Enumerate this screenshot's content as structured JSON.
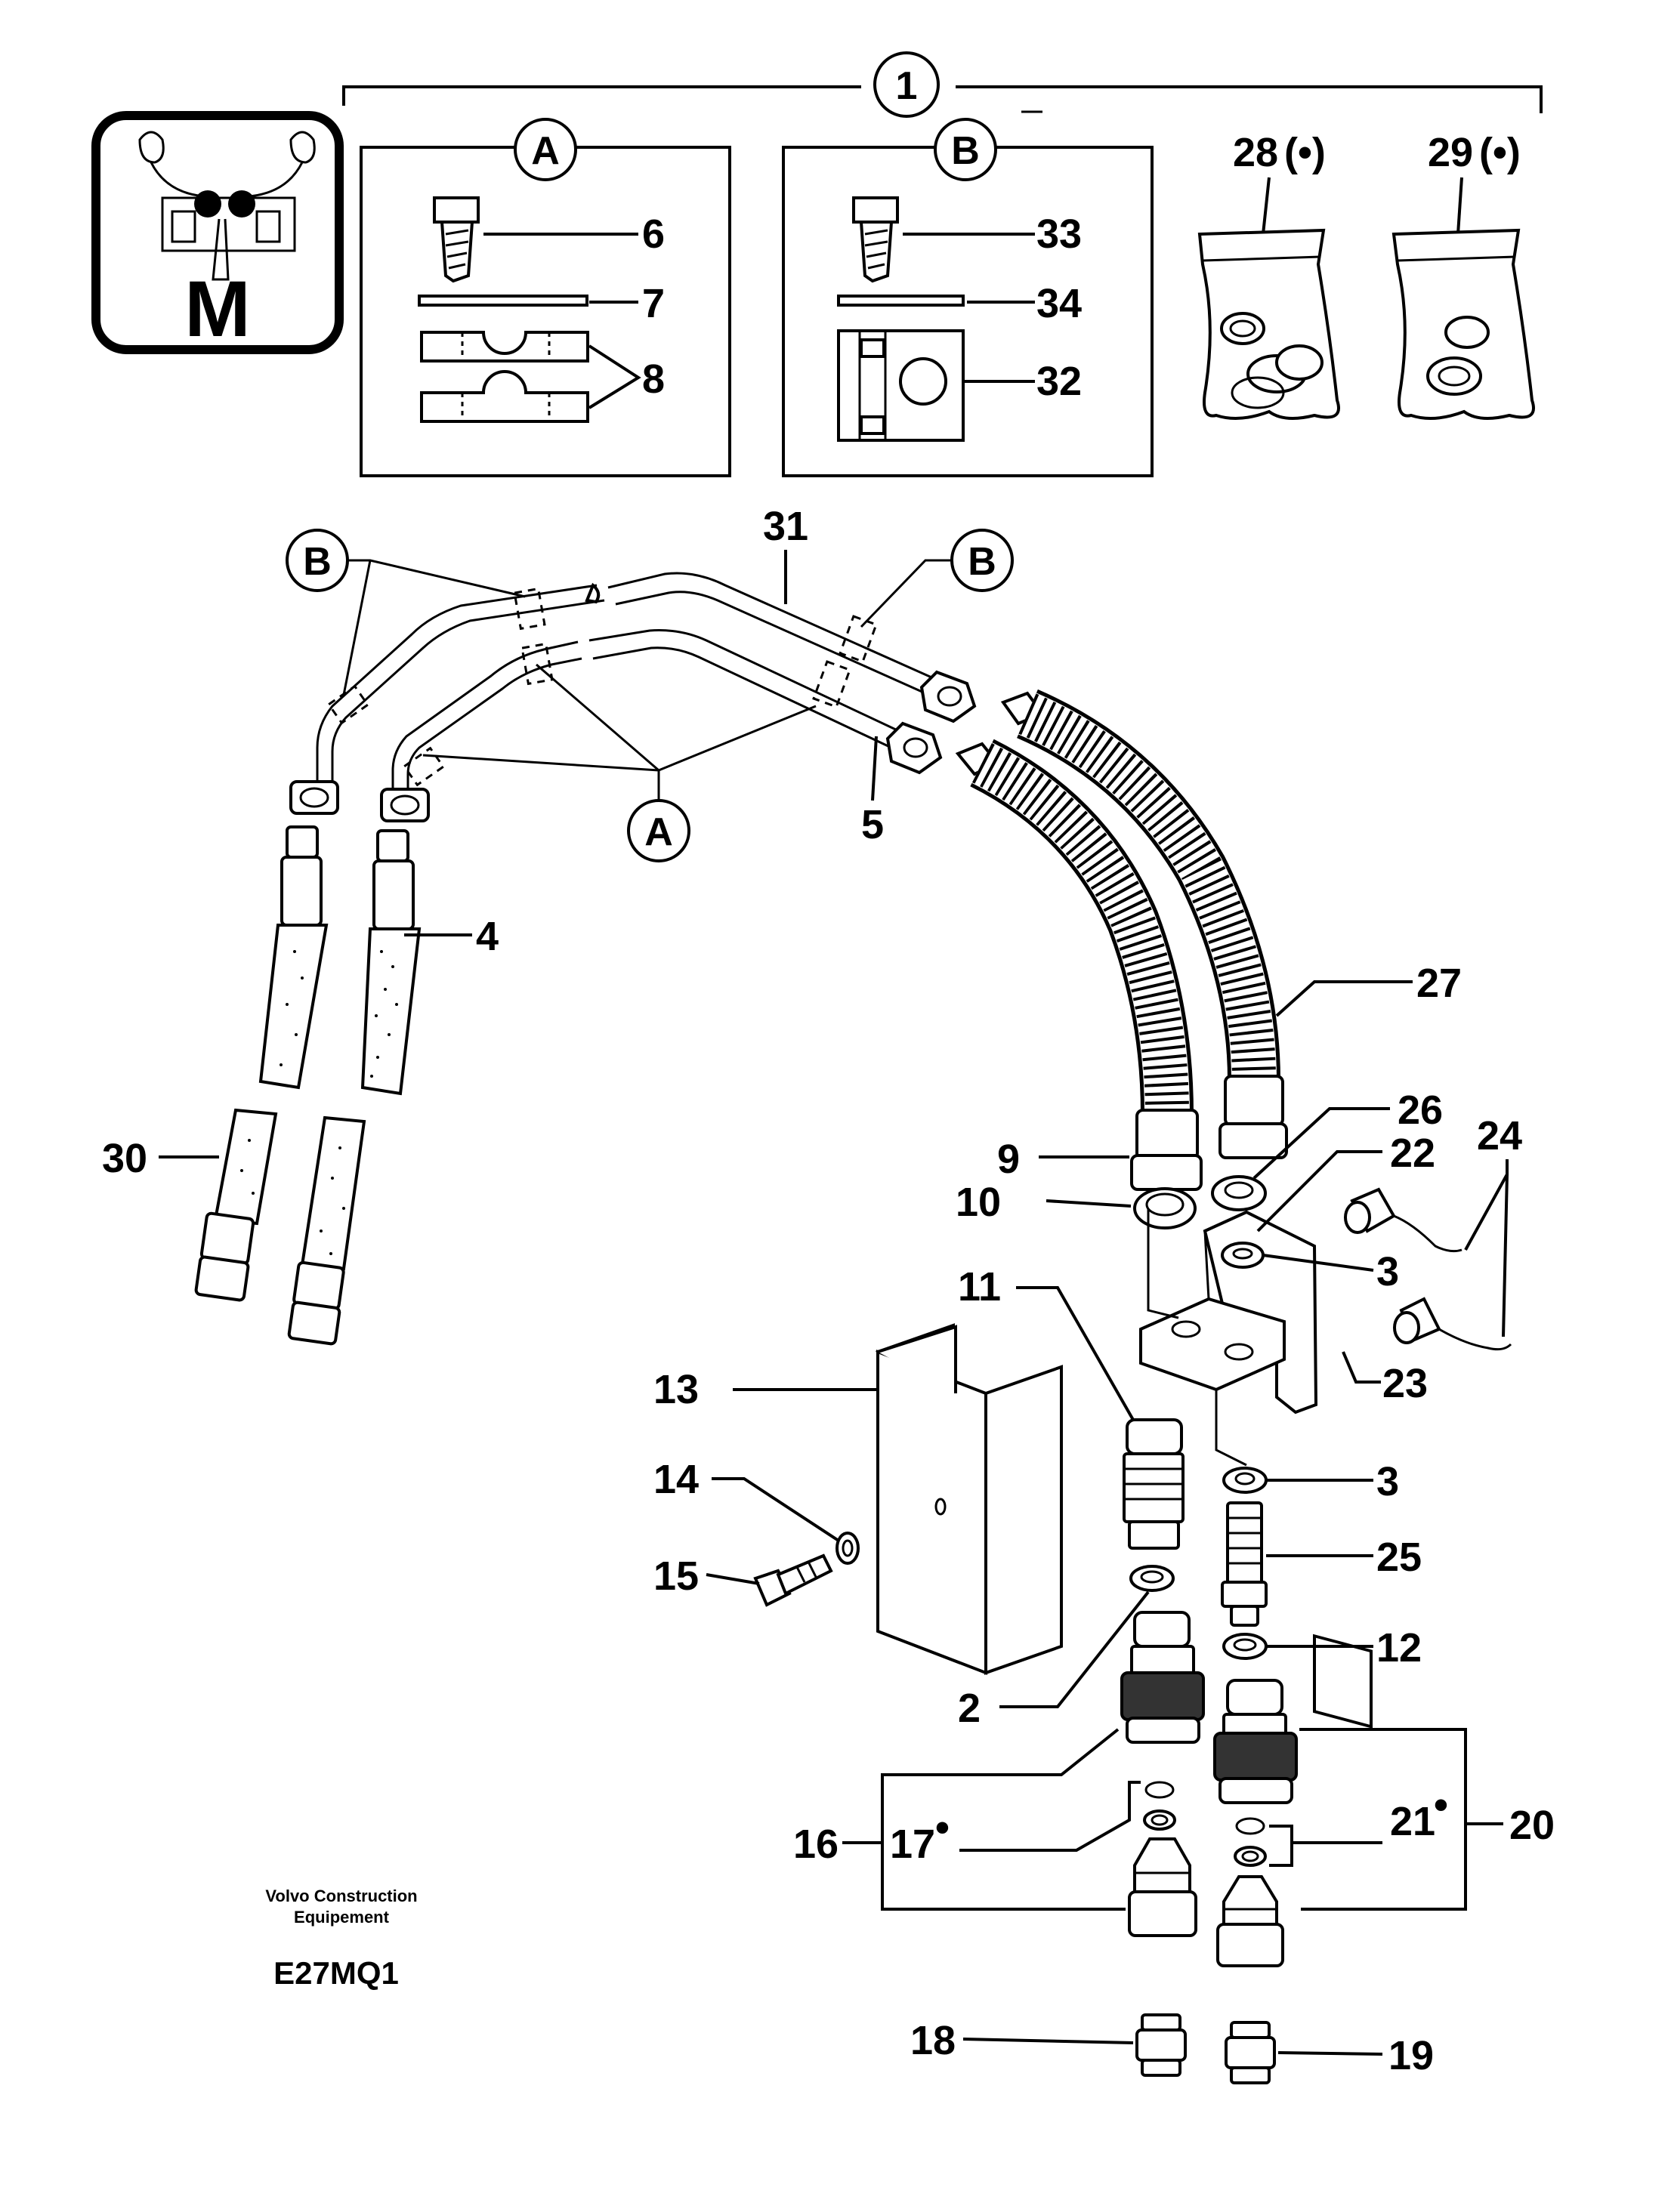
{
  "labels": {
    "l1": "1",
    "A_top": "A",
    "B_top": "B",
    "B_left": "B",
    "B_right": "B",
    "A_mid": "A",
    "M": "M",
    "l2": "2",
    "l3a": "3",
    "l3b": "3",
    "l4": "4",
    "l5": "5",
    "l6": "6",
    "l7": "7",
    "l8": "8",
    "l9": "9",
    "l10": "10",
    "l11": "11",
    "l12": "12",
    "l13": "13",
    "l14": "14",
    "l15": "15",
    "l16": "16",
    "l17": "17",
    "l18": "18",
    "l19": "19",
    "l20": "20",
    "l21": "21",
    "l22": "22",
    "l23": "23",
    "l24": "24",
    "l25": "25",
    "l26": "26",
    "l27": "27",
    "l28": "28",
    "l29": "29",
    "l30": "30",
    "l31": "31",
    "l32": "32",
    "l33": "33",
    "l34": "34",
    "l28_mark": "(•)",
    "l29_mark": "(•)",
    "l17_mark": "•",
    "l21_mark": "•",
    "l20_mark": "•"
  },
  "footer": {
    "company_line1": "Volvo Construction",
    "company_line2": "Equipement",
    "code": "E27MQ1"
  }
}
